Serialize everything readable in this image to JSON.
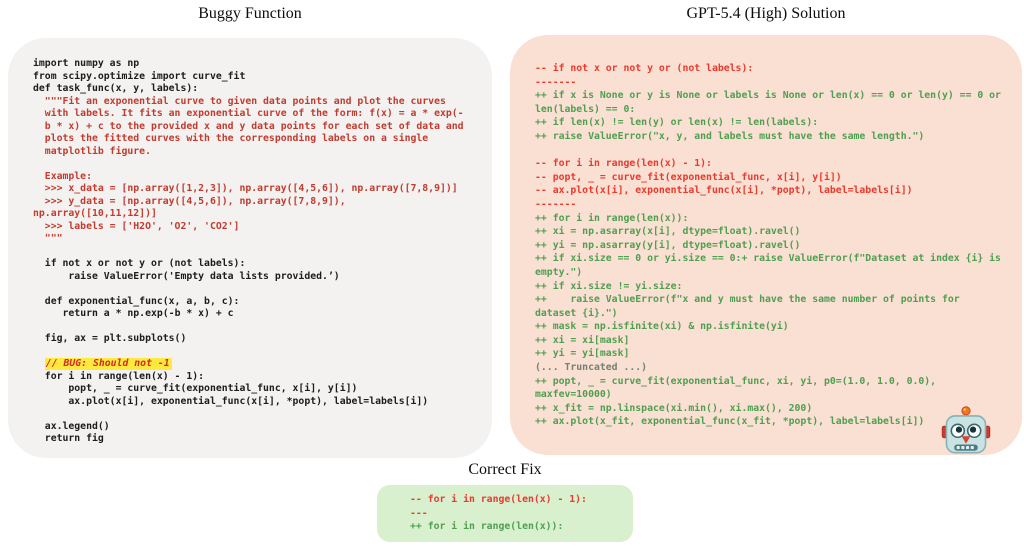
{
  "sections": {
    "buggy": {
      "title": "Buggy Function",
      "lines": [
        {
          "t": "import numpy as np",
          "c": "k"
        },
        {
          "t": "from scipy.optimize import curve_fit",
          "c": "k"
        },
        {
          "t": "def task_func(x, y, labels):",
          "c": "k"
        },
        {
          "t": "  \"\"\"Fit an exponential curve to given data points and plot the curves",
          "c": "r"
        },
        {
          "t": "  with labels. It fits an exponential curve of the form: f(x) = a * exp(-",
          "c": "r"
        },
        {
          "t": "  b * x) + c to the provided x and y data points for each set of data and",
          "c": "r"
        },
        {
          "t": "  plots the fitted curves with the corresponding labels on a single",
          "c": "r"
        },
        {
          "t": "  matplotlib figure.",
          "c": "r"
        },
        {
          "t": "",
          "c": "k"
        },
        {
          "t": "  Example:",
          "c": "r"
        },
        {
          "t": "  >>> x_data = [np.array([1,2,3]), np.array([4,5,6]), np.array([7,8,9])]",
          "c": "r"
        },
        {
          "t": "  >>> y_data = [np.array([4,5,6]), np.array([7,8,9]),",
          "c": "r"
        },
        {
          "t": "np.array([10,11,12])]",
          "c": "r"
        },
        {
          "t": "  >>> labels = ['H2O', 'O2', 'CO2']",
          "c": "r"
        },
        {
          "t": "  \"\"\"",
          "c": "r"
        },
        {
          "t": "",
          "c": "k"
        },
        {
          "t": "  if not x or not y or (not labels):",
          "c": "k"
        },
        {
          "t": "      raise ValueError('Empty data lists provided.’)",
          "c": "k"
        },
        {
          "t": "",
          "c": "k"
        },
        {
          "t": "  def exponential_func(x, a, b, c):",
          "c": "k"
        },
        {
          "t": "     return a * np.exp(-b * x) + c",
          "c": "k"
        },
        {
          "t": "",
          "c": "k"
        },
        {
          "t": "  fig, ax = plt.subplots()",
          "c": "k"
        },
        {
          "t": "",
          "c": "k"
        },
        {
          "t": "// BUG: Should not -1",
          "c": "bug",
          "pre": "  "
        },
        {
          "t": "  for i in range(len(x) - 1):",
          "c": "k"
        },
        {
          "t": "      popt, _ = curve_fit(exponential_func, x[i], y[i])",
          "c": "k"
        },
        {
          "t": "      ax.plot(x[i], exponential_func(x[i], *popt), label=labels[i])",
          "c": "k"
        },
        {
          "t": "",
          "c": "k"
        },
        {
          "t": "  ax.legend()",
          "c": "k"
        },
        {
          "t": "  return fig",
          "c": "k"
        }
      ]
    },
    "solution": {
      "title": "GPT-5.4 (High) Solution",
      "lines": [
        {
          "t": "-- if not x or not y or (not labels):",
          "c": "del"
        },
        {
          "t": "-------",
          "c": "del"
        },
        {
          "t": "++ if x is None or y is None or labels is None or len(x) == 0 or len(y) == 0 or",
          "c": "add"
        },
        {
          "t": "len(labels) == 0:",
          "c": "add"
        },
        {
          "t": "++ if len(x) != len(y) or len(x) != len(labels):",
          "c": "add"
        },
        {
          "t": "++ raise ValueError(\"x, y, and labels must have the same length.\")",
          "c": "add"
        },
        {
          "t": "",
          "c": "add"
        },
        {
          "t": "-- for i in range(len(x) - 1):",
          "c": "del"
        },
        {
          "t": "-- popt, _ = curve_fit(exponential_func, x[i], y[i])",
          "c": "del"
        },
        {
          "t": "-- ax.plot(x[i], exponential_func(x[i], *popt), label=labels[i])",
          "c": "del"
        },
        {
          "t": "-------",
          "c": "del"
        },
        {
          "t": "++ for i in range(len(x)):",
          "c": "add"
        },
        {
          "t": "++ xi = np.asarray(x[i], dtype=float).ravel()",
          "c": "add"
        },
        {
          "t": "++ yi = np.asarray(y[i], dtype=float).ravel()",
          "c": "add"
        },
        {
          "t": "++ if xi.size == 0 or yi.size == 0:+ raise ValueError(f\"Dataset at index {i} is",
          "c": "add"
        },
        {
          "t": "empty.\")",
          "c": "add"
        },
        {
          "t": "++ if xi.size != yi.size:",
          "c": "add"
        },
        {
          "t": "++    raise ValueError(f\"x and y must have the same number of points for",
          "c": "add"
        },
        {
          "t": "dataset {i}.\")",
          "c": "add"
        },
        {
          "t": "++ mask = np.isfinite(xi) & np.isfinite(yi)",
          "c": "add"
        },
        {
          "t": "++ xi = xi[mask]",
          "c": "add"
        },
        {
          "t": "++ yi = yi[mask]",
          "c": "add"
        },
        {
          "t": "(... Truncated ...)",
          "c": "trunc"
        },
        {
          "t": "++ popt, _ = curve_fit(exponential_func, xi, yi, p0=(1.0, 1.0, 0.0),",
          "c": "add"
        },
        {
          "t": "maxfev=10000)",
          "c": "add"
        },
        {
          "t": "++ x_fit = np.linspace(xi.min(), xi.max(), 200)",
          "c": "add"
        },
        {
          "t": "++ ax.plot(x_fit, exponential_func(x_fit, *popt), label=labels[i])",
          "c": "add"
        }
      ]
    },
    "fix": {
      "title": "Correct Fix",
      "lines": [
        {
          "t": "-- for i in range(len(x) - 1):",
          "c": "del"
        },
        {
          "t": "---",
          "c": "del"
        },
        {
          "t": "++ for i in range(len(x)):",
          "c": "add"
        }
      ]
    }
  },
  "icons": {
    "robot": "robot-face-emoji"
  },
  "colors": {
    "buggy_panel_bg": "#f3f2f1",
    "solution_panel_bg": "#fadfd3",
    "fix_panel_bg": "#d8f0cd",
    "code_black": "#1c1c1c",
    "docstring_red": "#c23b2e",
    "diff_removed_red": "#e93a2d",
    "diff_added_green": "#4f9f50",
    "truncated_gray": "#74816f",
    "bug_highlight_yellow": "#ffe93f"
  }
}
